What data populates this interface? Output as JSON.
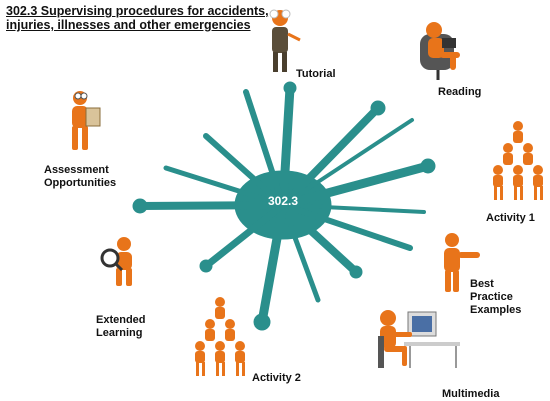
{
  "title": "302.3 Supervising procedures for accidents, injuries, illnesses and other emergencies",
  "center": "302.3",
  "nodes": [
    {
      "label": "Tutorial",
      "icon": "teacher-figure-icon"
    },
    {
      "label": "Reading",
      "icon": "reading-figure-icon"
    },
    {
      "label": "Activity 1",
      "icon": "pyramid-team-icon"
    },
    {
      "label": "Best Practice Examples",
      "icon": "presenter-figure-icon"
    },
    {
      "label": "Multimedia",
      "icon": "computer-user-icon"
    },
    {
      "label": "Activity 2",
      "icon": "pyramid-team-icon"
    },
    {
      "label": "Extended Learning",
      "icon": "magnifier-figure-icon"
    },
    {
      "label": "Assessment Opportunities",
      "icon": "clipboard-figure-icon"
    }
  ],
  "colors": {
    "splat": "#2a8f8c",
    "figure": "#e8741a",
    "figure_dark": "#b8540c"
  }
}
